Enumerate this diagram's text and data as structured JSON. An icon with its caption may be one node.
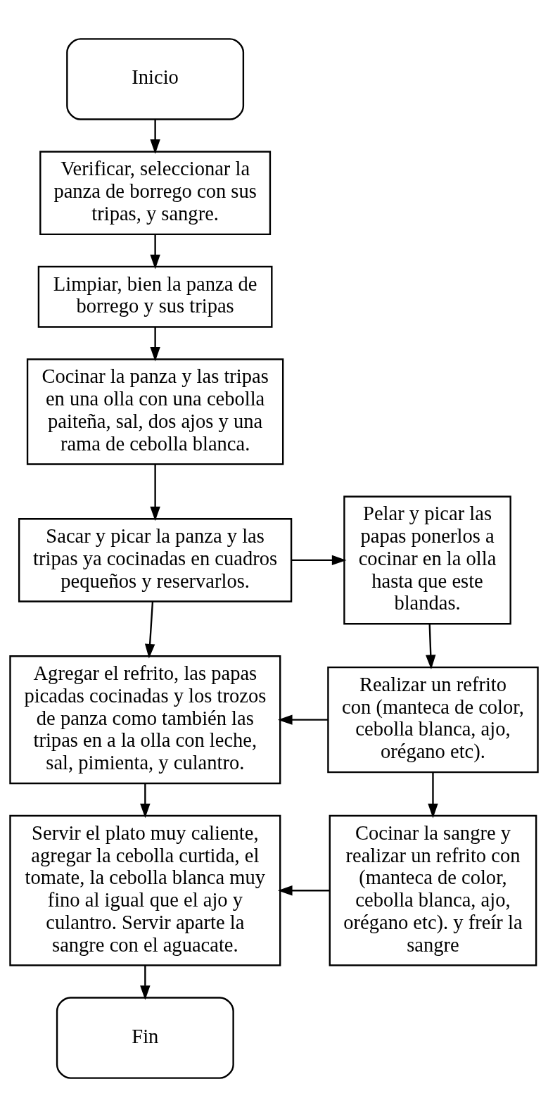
{
  "diagram": {
    "nodes": [
      {
        "text": [
          "Inicio"
        ]
      },
      {
        "text": [
          "Verificar, seleccionar la panza de borrego con sus tripas, y sangre."
        ]
      },
      {
        "text": [
          "Limpiar, bien la panza de borrego y sus tripas"
        ]
      },
      {
        "text": [
          "Cocinar la panza y las tripas en una olla con una cebolla paiteña, sal, dos ajos y una rama de cebolla blanca."
        ]
      },
      {
        "text": [
          "Sacar y picar la panza y las tripas ya cocinadas en cuadros pequeños y reservarlos."
        ]
      },
      {
        "text": [
          "Pelar y picar las papas ponerlos a cocinar en la olla hasta que este blandas."
        ]
      },
      {
        "text": [
          "Agregar el refrito, las papas picadas cocinadas y los trozos de panza como también las tripas en a la olla con leche, sal, pimienta, y culantro."
        ]
      },
      {
        "text": [
          "Realizar un refrito con (manteca de color, cebolla blanca, ajo, orégano etc)."
        ]
      },
      {
        "text": [
          "Servir el plato muy caliente, agregar la cebolla curtida, el tomate, la cebolla blanca muy fino al igual que el ajo y culantro. Servir aparte la sangre con el aguacate."
        ]
      },
      {
        "text": [
          "Cocinar la sangre y realizar un refrito con (manteca de color, cebolla blanca, ajo, orégano etc). y freír la sangre"
        ]
      },
      {
        "text": [
          "Fin"
        ]
      }
    ],
    "edges": [
      {
        "from": 0,
        "to": 1,
        "arrow": "to"
      },
      {
        "from": 1,
        "to": 2,
        "arrow": "to"
      },
      {
        "from": 2,
        "to": 3,
        "arrow": "to"
      },
      {
        "from": 3,
        "to": 4,
        "arrow": "to"
      },
      {
        "from": 4,
        "to": 5,
        "arrow": "to"
      },
      {
        "from": 4,
        "to": 6,
        "arrow": "to"
      },
      {
        "from": 5,
        "to": 7,
        "arrow": "to"
      },
      {
        "from": 7,
        "to": 6,
        "arrow": "to"
      },
      {
        "from": 7,
        "to": 9,
        "arrow": "to"
      },
      {
        "from": 9,
        "to": 8,
        "arrow": "to"
      },
      {
        "from": 6,
        "to": 8,
        "arrow": "to"
      },
      {
        "from": 8,
        "to": 10,
        "arrow": "to"
      }
    ]
  }
}
